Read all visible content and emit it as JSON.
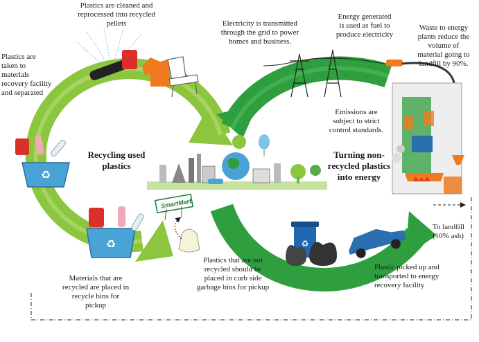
{
  "colors": {
    "recycle_loop": "#8cc63f",
    "energy_loop": "#2e9e3e",
    "bin_blue": "#4aa3d6",
    "plant_grey": "#9aa1a6",
    "flame": "#f07a1e"
  },
  "left_loop": {
    "title_line1": "Recycling used",
    "title_line2": "plastics"
  },
  "right_loop": {
    "title_line1": "Turning non-",
    "title_line2": "recycled plastics",
    "title_line3": "into energy"
  },
  "labels": {
    "cleaned": [
      "Plastics are cleaned and",
      "reprocessed into recycled",
      "pellets"
    ],
    "mrf": [
      "Plastics are",
      "taken to",
      "materials",
      "recovery facility",
      "and separated"
    ],
    "recycle_bins": [
      "Materials that are",
      "recycled are placed in",
      "recycle bins for",
      "pickup"
    ],
    "garbage_bins": [
      "Plastics that are not",
      "recycled should be",
      "placed in curb side",
      "garbage bins for pickup"
    ],
    "electricity": [
      "Electricity is transmitted",
      "through the grid to power",
      "homes and business."
    ],
    "energy_fuel": [
      "Energy generated",
      "is used as fuel to",
      "produce electricity"
    ],
    "waste_energy": [
      "Waste to energy",
      "plants reduce the",
      "volume of",
      "material going to",
      "landfill by 90%."
    ],
    "emissions": [
      "Emissions are",
      "subject to strict",
      "control standards."
    ],
    "pickup": [
      "Plastic picked up and",
      "transported to energy",
      "recovery facility"
    ],
    "landfill": [
      "To landfill",
      "(10% ash)"
    ]
  },
  "store_sign": "SmartMart",
  "icons": [
    "recycle-bin-icon",
    "garbage-bin-icon",
    "garbage-bag-icon",
    "car-icon",
    "power-tower-icon",
    "power-plant-icon",
    "flame-icon",
    "chair-icon",
    "shirt-icon",
    "bottle-icon",
    "jerrycan-icon",
    "store-bag-icon",
    "city-icon",
    "globe-icon",
    "balloon-icon"
  ]
}
